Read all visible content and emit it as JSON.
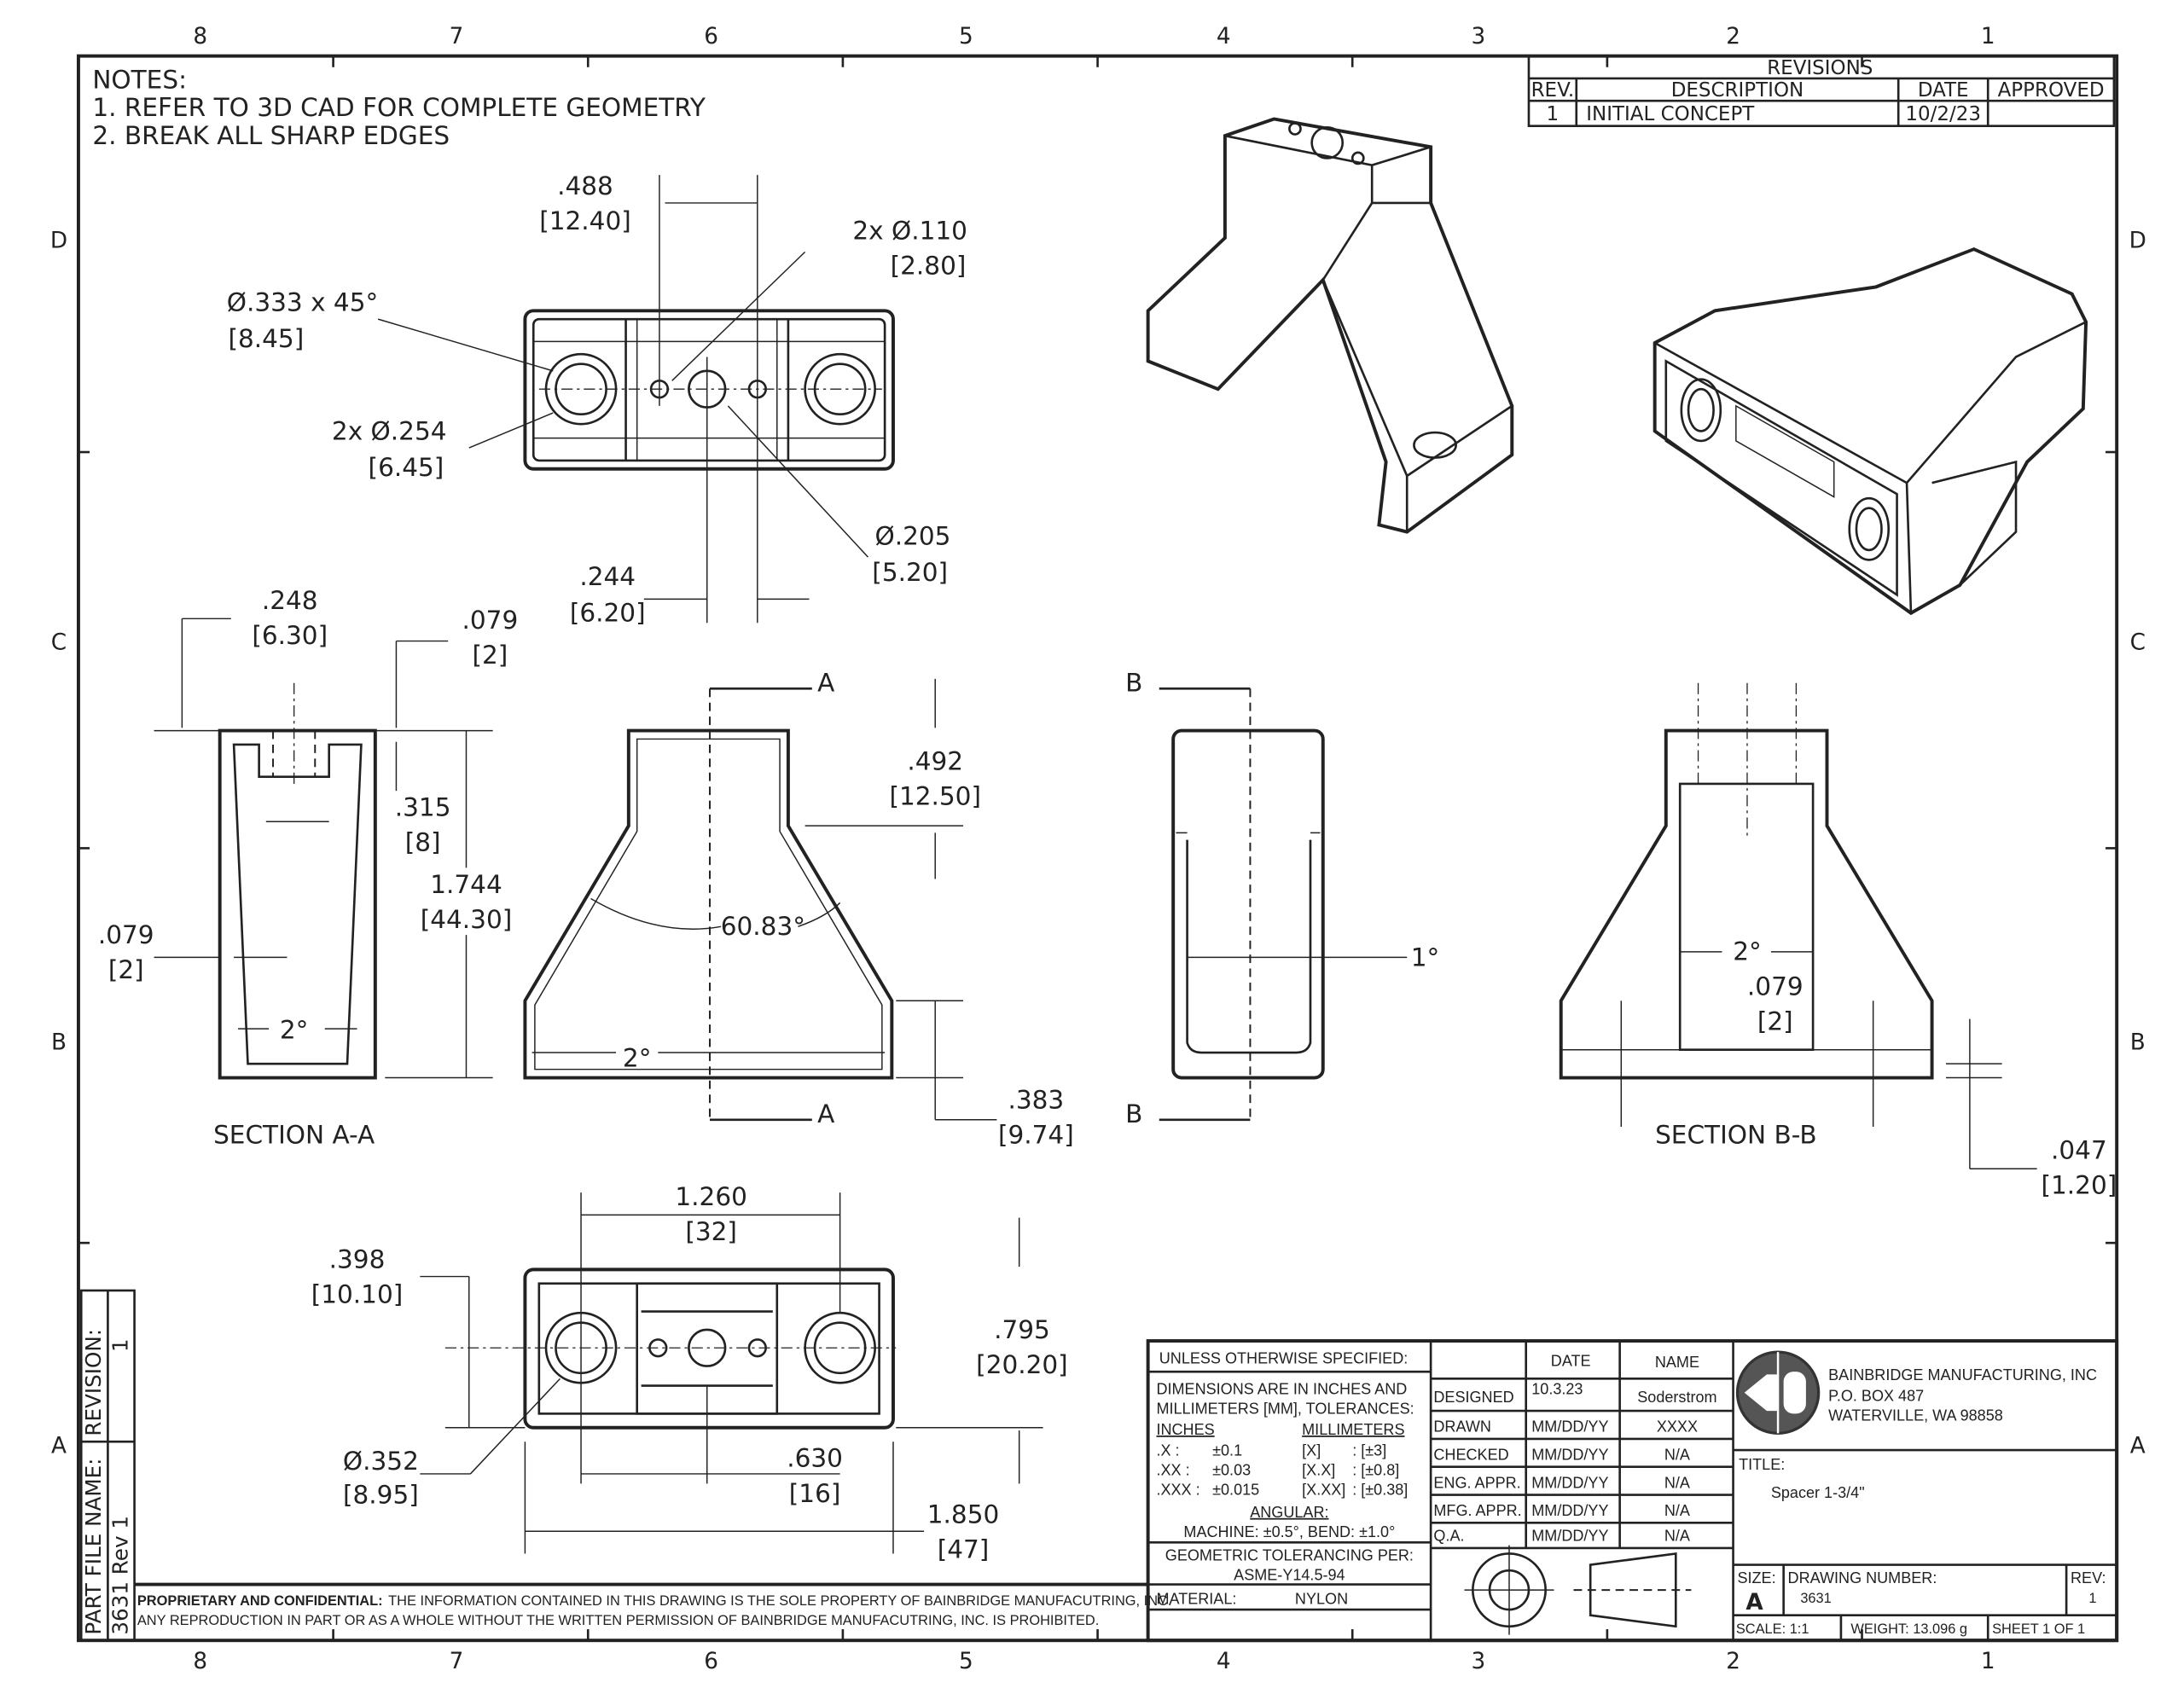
{
  "zones": {
    "columns": [
      "8",
      "7",
      "6",
      "5",
      "4",
      "3",
      "2",
      "1"
    ],
    "rows": [
      "D",
      "C",
      "B",
      "A"
    ]
  },
  "notes": {
    "heading": "NOTES:",
    "items": [
      "1.  REFER TO 3D CAD FOR COMPLETE GEOMETRY",
      "2.  BREAK ALL SHARP EDGES"
    ]
  },
  "revisions": {
    "title": "REVISIONS",
    "headers": [
      "REV.",
      "DESCRIPTION",
      "DATE",
      "APPROVED"
    ],
    "rows": [
      {
        "rev": "1",
        "description": "INITIAL CONCEPT",
        "date": "10/2/23",
        "approved": ""
      }
    ]
  },
  "dims": [
    ".488",
    "[12.40]",
    "2x Ø.110",
    "[2.80]",
    "Ø.333 x 45°",
    "[8.45]",
    "2x Ø.254",
    "[6.45]",
    "Ø.205",
    "[5.20]",
    ".244",
    "[6.20]",
    ".248",
    "[6.30]",
    ".079",
    "[2]",
    ".315",
    "[8]",
    "1.744",
    "[44.30]",
    ".079",
    "[2]",
    "2°",
    "SECTION A-A",
    "60.83°",
    "2°",
    ".492",
    "[12.50]",
    ".383",
    "[9.74]",
    "A",
    "A",
    "B",
    "B",
    "1°",
    "2°",
    ".079",
    "[2]",
    "SECTION B-B",
    ".047",
    "[1.20]",
    "1.260",
    "[32]",
    ".398",
    "[10.10]",
    ".795",
    "[20.20]",
    "Ø.352",
    "[8.95]",
    ".630",
    "[16]",
    "1.850",
    "[47]"
  ],
  "title_block": {
    "unless": "UNLESS OTHERWISE SPECIFIED:",
    "dims_line1": "DIMENSIONS ARE IN INCHES AND",
    "dims_line2": "MILLIMETERS [MM], TOLERANCES:",
    "inches": "INCHES",
    "millimeters": "MILLIMETERS",
    "tol_rows": [
      {
        "in": ".X :",
        "in_tol": "±0.1",
        "mm": "[X]",
        "mm_tol": ": [±3]"
      },
      {
        "in": ".XX :",
        "in_tol": "±0.03",
        "mm": "[X.X]",
        "mm_tol": ": [±0.8]"
      },
      {
        "in": ".XXX :",
        "in_tol": "±0.015",
        "mm": "[X.XX]",
        "mm_tol": ": [±0.38]"
      }
    ],
    "angular": "ANGULAR:",
    "angular_values": "MACHINE: ±0.5°, BEND: ±1.0°",
    "geo_tol": "GEOMETRIC TOLERANCING PER:",
    "geo_std": "ASME-Y14.5-94",
    "material_label": "MATERIAL:",
    "material": "NYLON",
    "date_header": "DATE",
    "name_header": "NAME",
    "approvals": [
      {
        "role": "DESIGNED",
        "date": "10.3.23",
        "name": "Soderstrom"
      },
      {
        "role": "DRAWN",
        "date": "MM/DD/YY",
        "name": "XXXX"
      },
      {
        "role": "CHECKED",
        "date": "MM/DD/YY",
        "name": "N/A"
      },
      {
        "role": "ENG. APPR.",
        "date": "MM/DD/YY",
        "name": "N/A"
      },
      {
        "role": "MFG. APPR.",
        "date": "MM/DD/YY",
        "name": "N/A"
      },
      {
        "role": "Q.A.",
        "date": "MM/DD/YY",
        "name": "N/A"
      }
    ],
    "company": "BAINBRIDGE MANUFACTURING, INC",
    "address1": "P.O. BOX 487",
    "address2": "WATERVILLE, WA 98858",
    "logo_text": "CB",
    "title_label": "TITLE:",
    "title": "Spacer  1-3/4\"",
    "size_label": "SIZE:",
    "size": "A",
    "drawing_number_label": "DRAWING NUMBER:",
    "drawing_number": "3631",
    "rev_label": "REV:",
    "rev": "1",
    "scale": "SCALE: 1:1",
    "weight": "WEIGHT: 13.096 g",
    "sheet": "SHEET 1 OF 1"
  },
  "confidential": {
    "bold": "PROPRIETARY AND CONFIDENTIAL:",
    "line1": "THE INFORMATION CONTAINED IN THIS DRAWING IS THE SOLE PROPERTY OF BAINBRIDGE MANUFACUTRING, INC.",
    "line2": "ANY REPRODUCTION IN PART OR AS A WHOLE WITHOUT THE WRITTEN PERMISSION OF BAINBRIDGE MANUFACUTRING, INC. IS PROHIBITED."
  },
  "side_strip": {
    "part_file_label": "PART FILE NAME:",
    "part_file": "3631 Rev 1",
    "revision_label": "REVISION:",
    "revision": "1"
  }
}
